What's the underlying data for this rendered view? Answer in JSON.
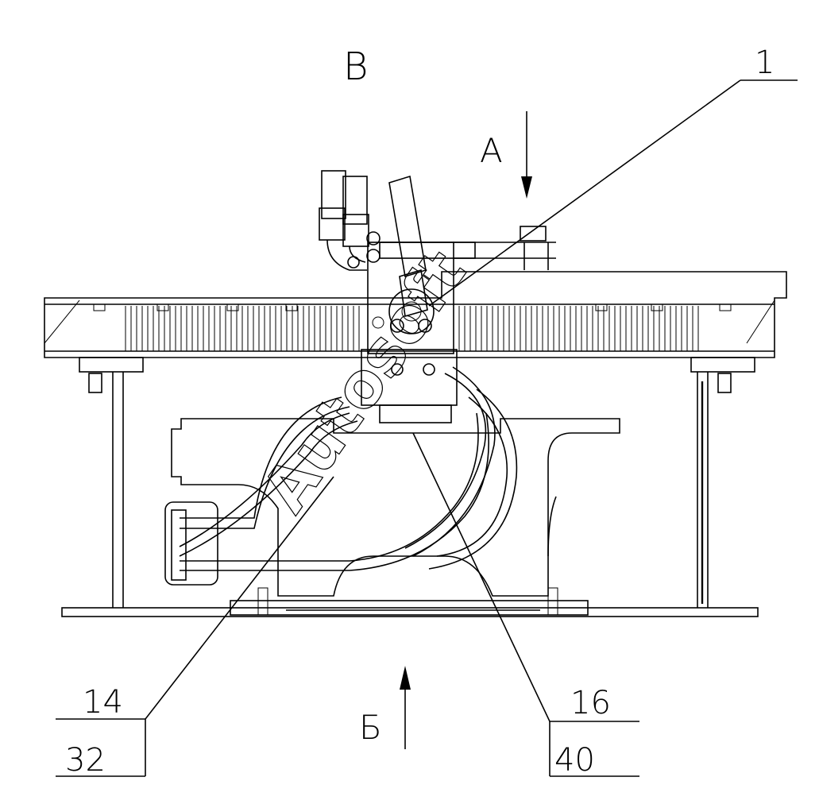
{
  "view_labels": {
    "view_b": "В",
    "view_a": "А",
    "view_be": "Б"
  },
  "callouts": {
    "c1": {
      "top": "1",
      "bottom": ""
    },
    "c2": {
      "top": "14",
      "bottom": "32"
    },
    "c3": {
      "top": "16",
      "bottom": "40"
    }
  },
  "watermark": "Autosoft"
}
